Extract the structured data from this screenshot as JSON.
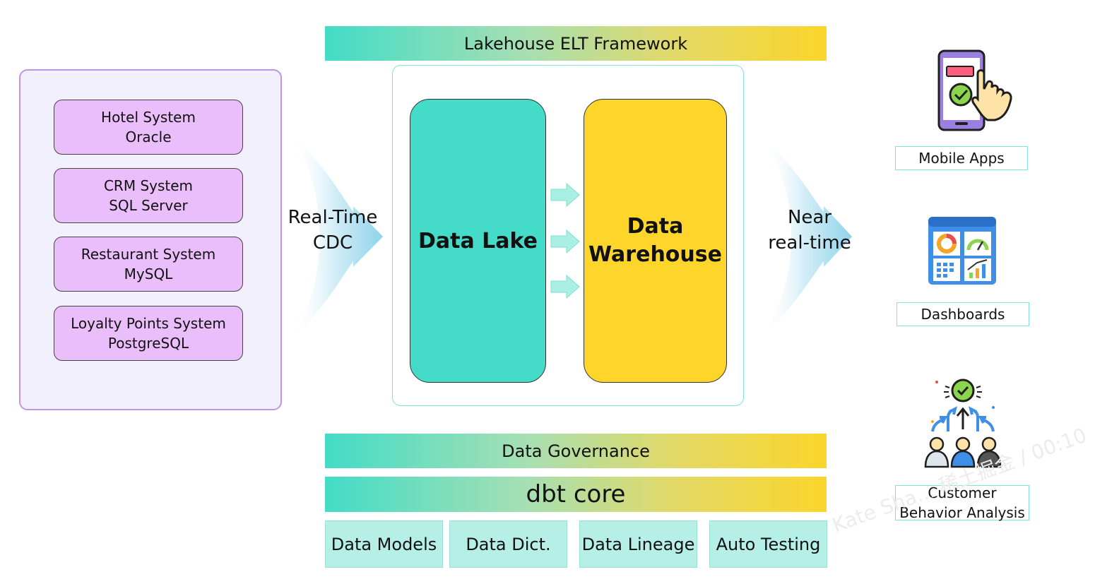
{
  "sources": [
    {
      "line1": "Hotel System",
      "line2": "Oracle"
    },
    {
      "line1": "CRM System",
      "line2": "SQL Server"
    },
    {
      "line1": "Restaurant System",
      "line2": "MySQL"
    },
    {
      "line1": "Loyalty Points System",
      "line2": "PostgreSQL"
    }
  ],
  "ingest_flow": {
    "line1": "Real-Time",
    "line2": "CDC"
  },
  "framework": {
    "title": "Lakehouse ELT Framework",
    "lake": "Data Lake",
    "warehouse": {
      "line1": "Data",
      "line2": "Warehouse"
    }
  },
  "serve_flow": {
    "line1": "Near",
    "line2": "real-time"
  },
  "governance": "Data Governance",
  "dbt": {
    "title": "dbt core",
    "tools": [
      "Data Models",
      "Data Dict.",
      "Data Lineage",
      "Auto Testing"
    ]
  },
  "consumers": {
    "mobile": {
      "label": "Mobile Apps",
      "icon": "mobile-touch-icon"
    },
    "dashboards": {
      "label": "Dashboards",
      "icon": "dashboard-icon"
    },
    "behavior": {
      "line1": "Customer",
      "line2": "Behavior Analysis",
      "icon": "team-growth-icon"
    }
  },
  "watermark": "Kate Sha... 稀土掘金 / 00:10",
  "colors": {
    "source_fill": "#eabdfb",
    "panel_border": "#c493e6",
    "lake": "#44dcc9",
    "warehouse": "#fdd52b",
    "tool_fill": "#b6efe6"
  }
}
